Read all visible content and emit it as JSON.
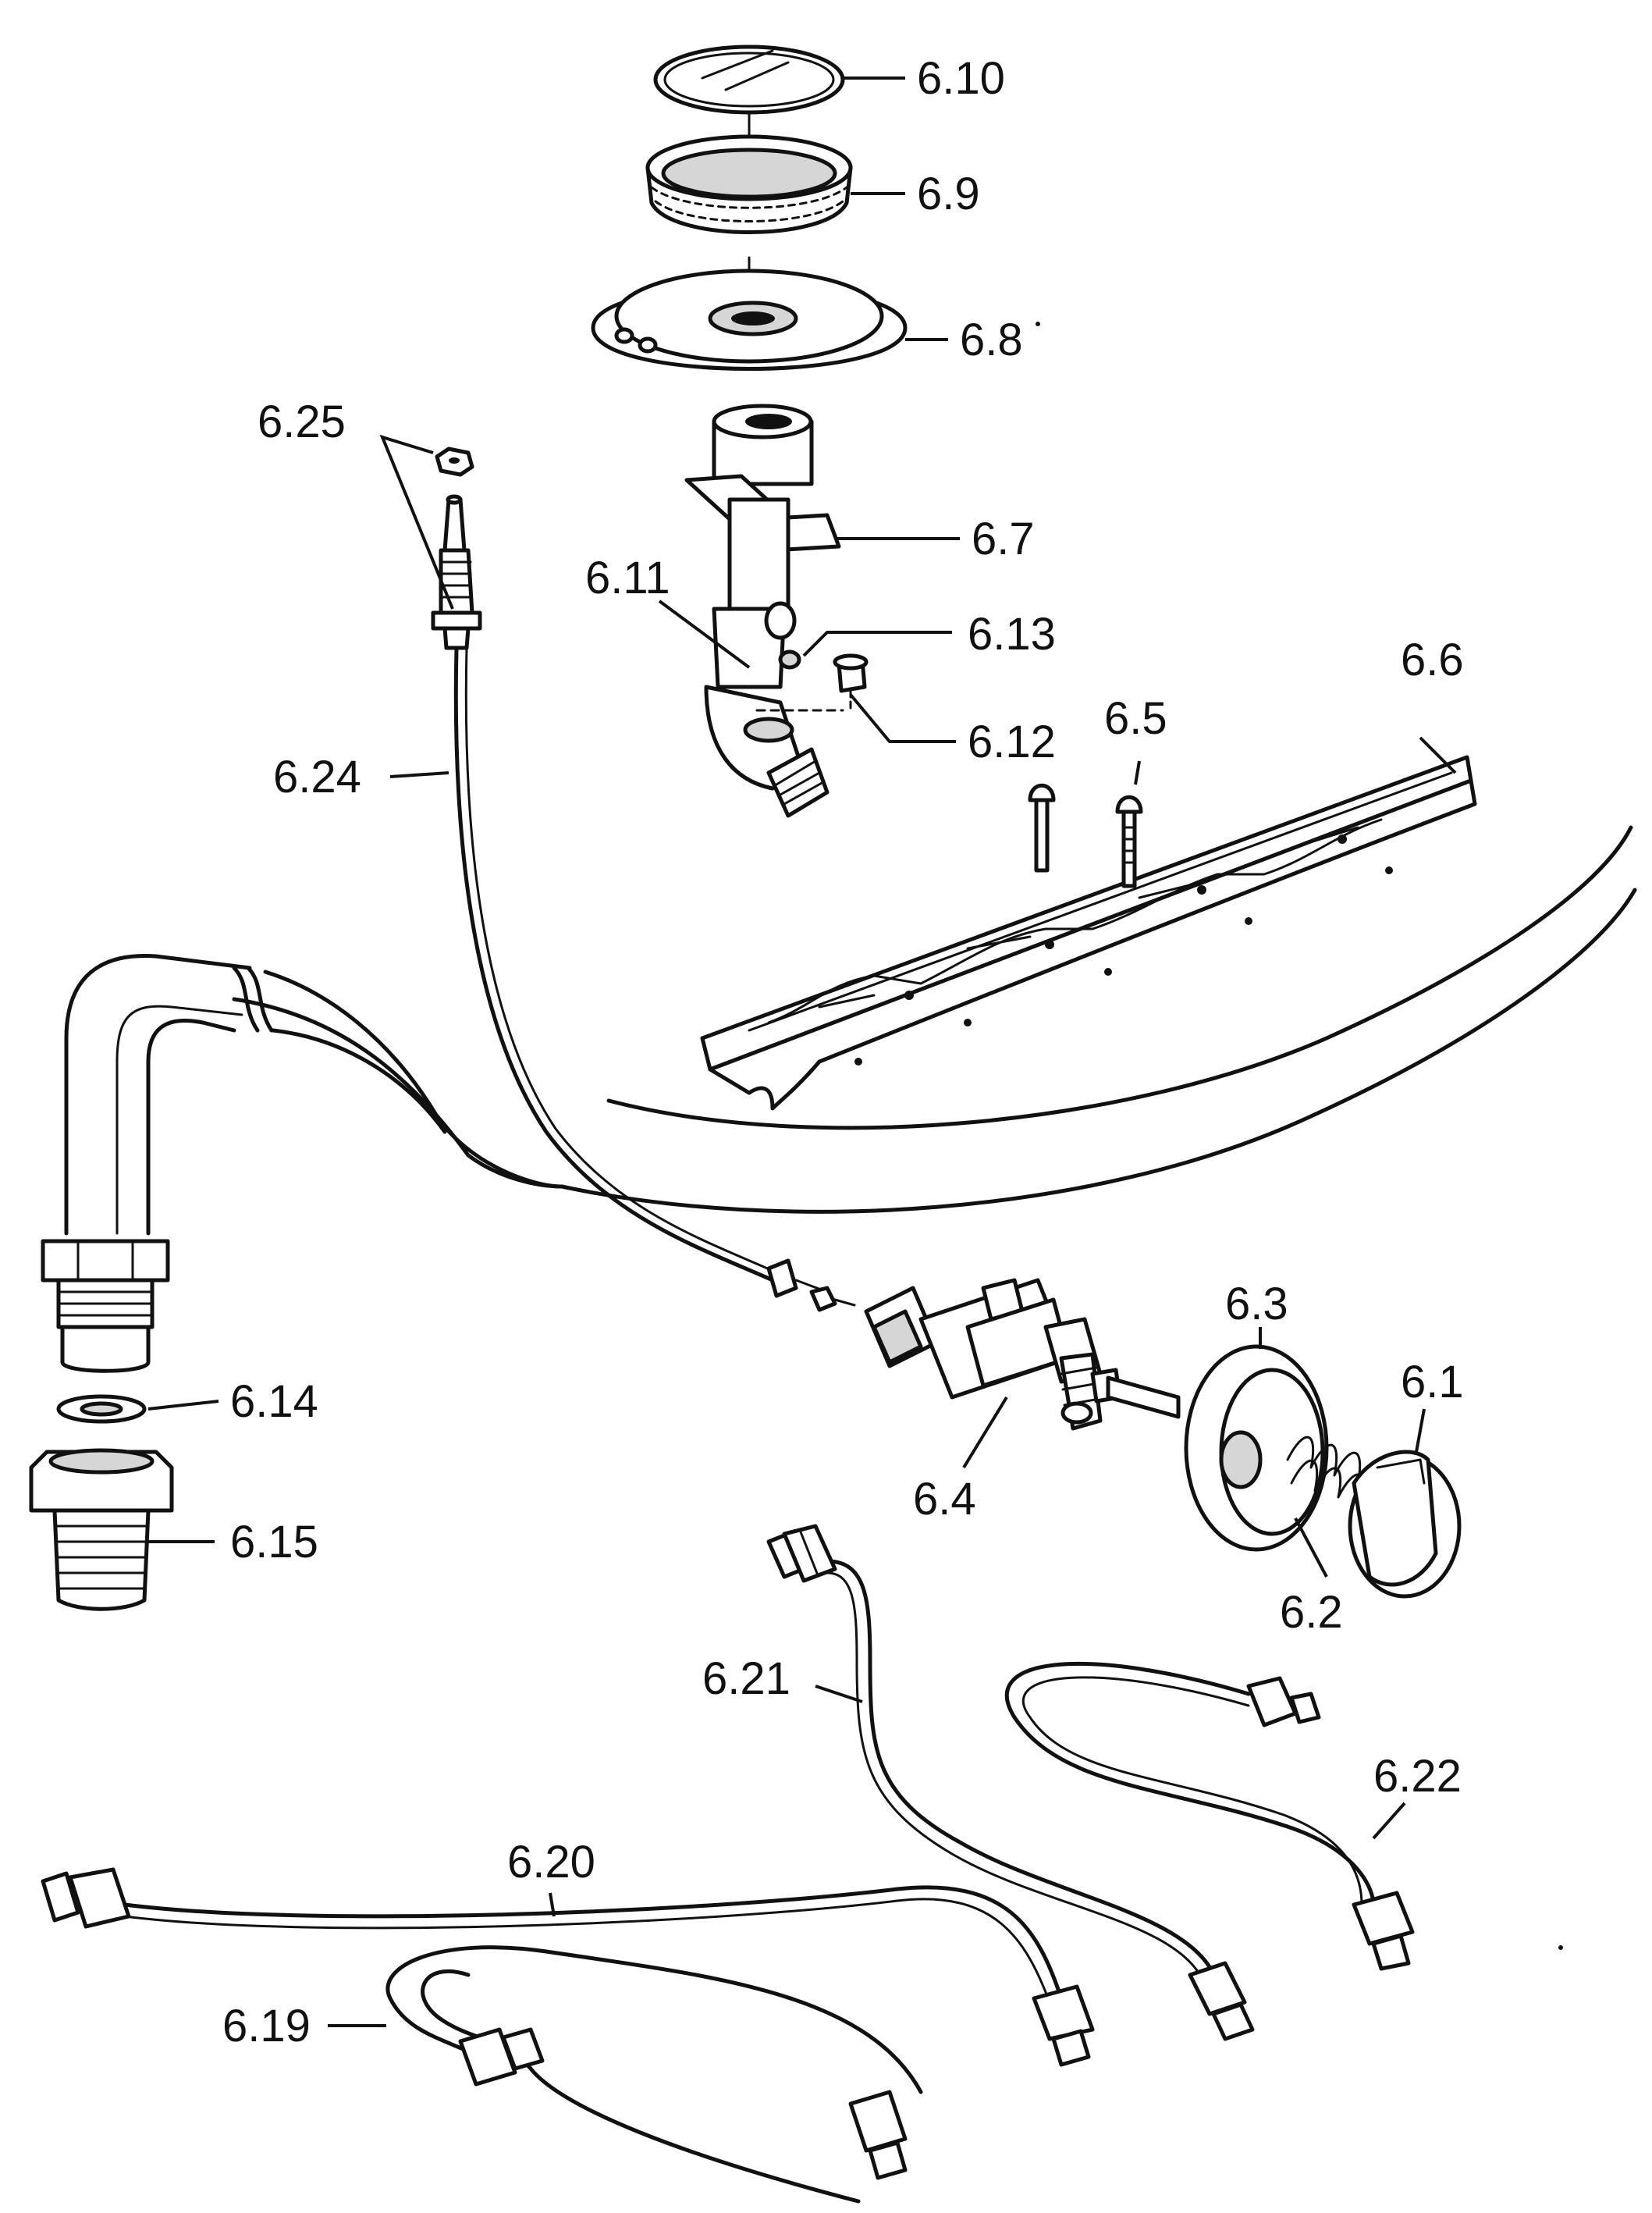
{
  "labels": {
    "l6_10": "6.10",
    "l6_9": "6.9",
    "l6_8": "6.8",
    "l6_7": "6.7",
    "l6_11": "6.11",
    "l6_13": "6.13",
    "l6_12": "6.12",
    "l6_6": "6.6",
    "l6_5": "6.5",
    "l6_25": "6.25",
    "l6_24": "6.24",
    "l6_3": "6.3",
    "l6_1": "6.1",
    "l6_4": "6.4",
    "l6_2": "6.2",
    "l6_14": "6.14",
    "l6_15": "6.15",
    "l6_21": "6.21",
    "l6_22": "6.22",
    "l6_20": "6.20",
    "l6_19": "6.19"
  },
  "colors": {
    "ink": "#111111",
    "background": "#ffffff",
    "shade": "#d6d6d6"
  }
}
